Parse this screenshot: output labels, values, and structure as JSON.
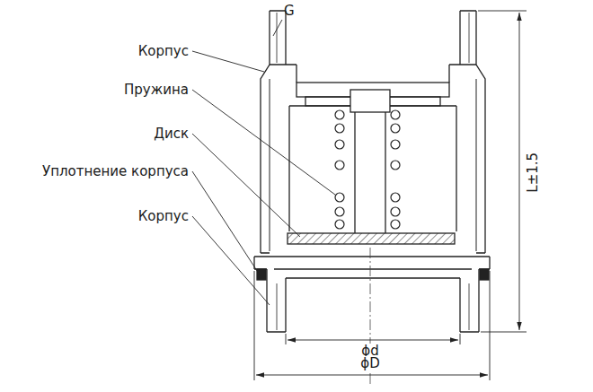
{
  "diagram": {
    "labels": [
      "G",
      "Корпус",
      "Пружина",
      "Диск",
      "Уплотнение корпуса",
      "Корпус",
      "L±1.5",
      "ϕd",
      "ϕD"
    ]
  }
}
